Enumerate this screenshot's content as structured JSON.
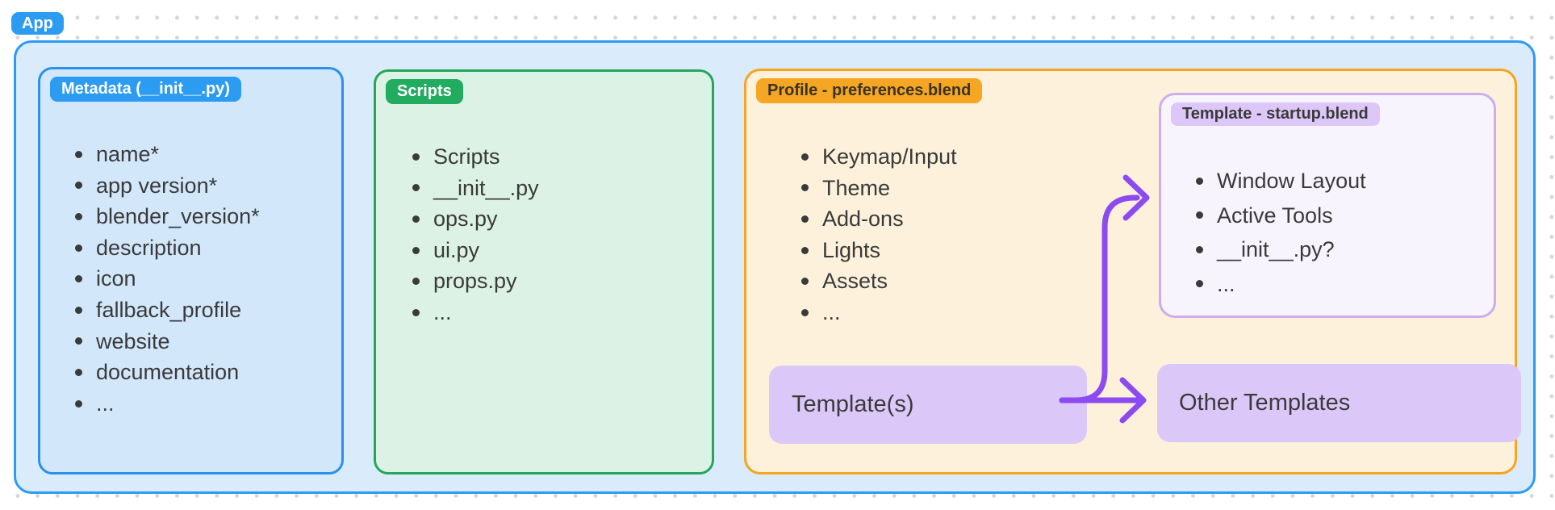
{
  "app": {
    "label": "App"
  },
  "metadata": {
    "title": "Metadata (__init__.py)",
    "items": [
      "name*",
      "app version*",
      "blender_version*",
      "description",
      "icon",
      "fallback_profile",
      "website",
      "documentation",
      "..."
    ]
  },
  "scripts": {
    "title": "Scripts",
    "items": [
      "Scripts",
      "__init__.py",
      "ops.py",
      "ui.py",
      "props.py",
      "..."
    ]
  },
  "profile": {
    "title": "Profile - preferences.blend",
    "items": [
      "Keymap/Input",
      "Theme",
      "Add-ons",
      "Lights",
      "Assets",
      "..."
    ],
    "templates_label": "Template(s)"
  },
  "startup_template": {
    "title": "Template - startup.blend",
    "items": [
      "Window Layout",
      "Active Tools",
      "__init__.py?",
      "..."
    ]
  },
  "other_templates": {
    "label": "Other Templates"
  },
  "colors": {
    "accent_blue": "#2B9CF2",
    "blue_fill": "#D3E7FB",
    "accent_green": "#26A65B",
    "green_fill": "#DCF2E5",
    "accent_orange": "#F7A41F",
    "orange_fill": "#FDF1DC",
    "purple_fill": "#DCC8F8",
    "light_purple_fill": "#F8F4FE",
    "arrow_purple": "#8C4BF0",
    "text_dark": "#3A3A3A"
  }
}
